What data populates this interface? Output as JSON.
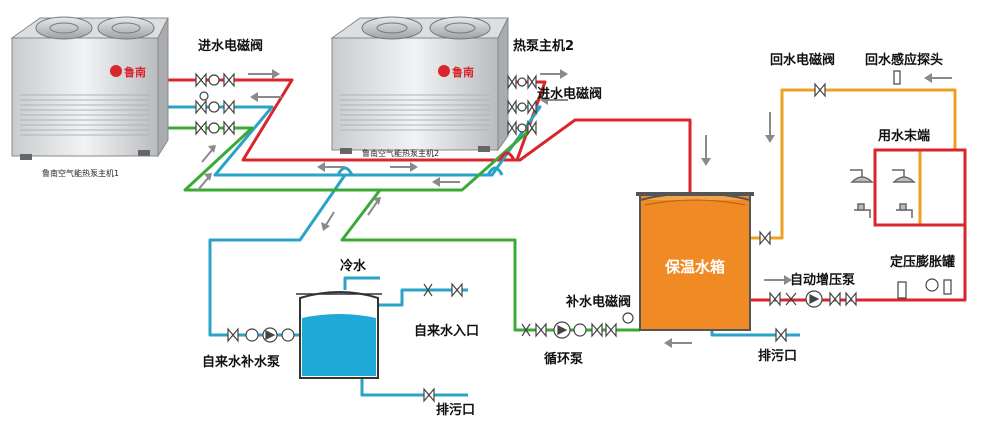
{
  "labels": {
    "inlet_valve_1": "进水电磁阀",
    "heat_pump_2_title": "热泵主机2",
    "inlet_valve_2": "进水电磁阀",
    "return_valve": "回水电磁阀",
    "return_sensor": "回水感应探头",
    "end_use": "用水末端",
    "insulated_tank": "保温水箱",
    "constant_pressure_tank": "定压膨胀罐",
    "booster_pump": "自动增压泵",
    "makeup_valve": "补水电磁阀",
    "circulation_pump": "循环泵",
    "drain_right": "排污口",
    "cold_water": "冷水",
    "tap_inlet": "自来水入口",
    "tap_makeup_pump": "自来水补水泵",
    "drain_bottom": "排污口"
  },
  "units": {
    "unit1": {
      "brand": "鲁南",
      "caption": "鲁南空气能热泵主机1"
    },
    "unit2": {
      "brand": "鲁南",
      "caption": "鲁南空气能热泵主机2"
    }
  },
  "colors": {
    "hot_pipe": "#d9262c",
    "cold_pipe": "#2aa3c7",
    "green_pipe": "#3aaa35",
    "return_pipe": "#f0a020",
    "tank_orange": "#f08a24",
    "cold_tank_water": "#1fa9d6",
    "arrow_gray": "#8a8a8a"
  }
}
